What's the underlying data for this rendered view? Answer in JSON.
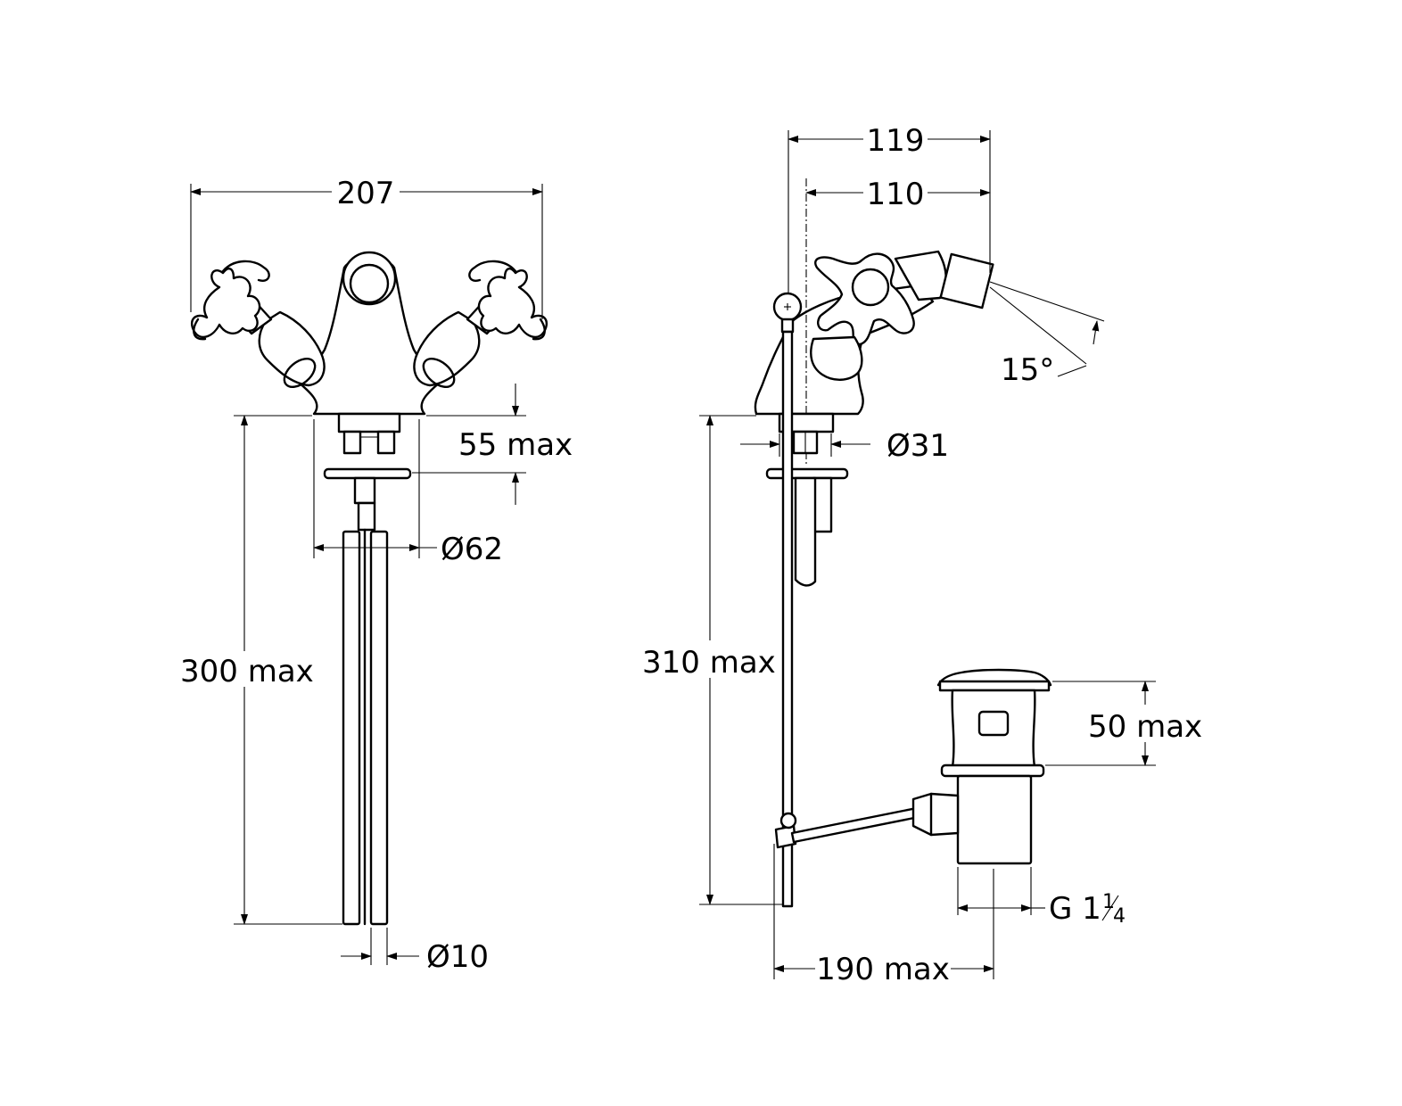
{
  "dimensions": {
    "front": {
      "width": "207",
      "body_height": "55 max",
      "base_diameter": "Ø62",
      "tube_length": "300 max",
      "tube_diameter": "Ø10"
    },
    "side": {
      "depth_total": "119",
      "depth_axis": "110",
      "spray_angle": "15°",
      "shank_diameter": "Ø31",
      "tube_length": "310 max",
      "waste_height": "50 max",
      "waste_thread": "G 1",
      "waste_thread_fraction_num": "1",
      "waste_thread_fraction_den": "4",
      "rod_length": "190 max"
    }
  },
  "colors": {
    "line": "#000000",
    "background": "#ffffff"
  }
}
